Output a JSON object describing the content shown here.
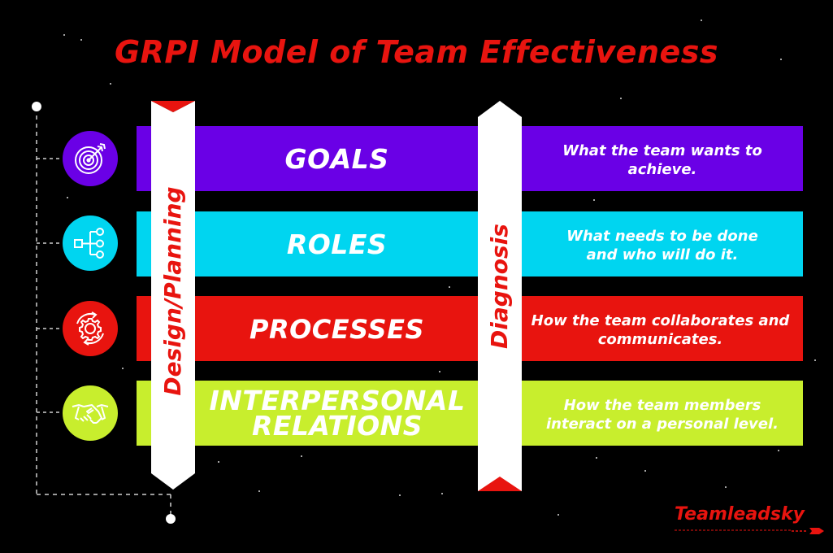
{
  "title": "GRPI Model of Team Effectiveness",
  "colors": {
    "accent_red": "#e8140f",
    "goals": "#6a00e6",
    "roles": "#00d5f0",
    "processes": "#e8140f",
    "interpersonal": "#c8ee2d",
    "background": "#000000"
  },
  "left_ribbon": {
    "label": "Design/Planning"
  },
  "right_ribbon": {
    "label": "Diagnosis"
  },
  "rows": [
    {
      "label": "GOALS",
      "description": "What the team wants to achieve.",
      "icon": "target-icon"
    },
    {
      "label": "ROLES",
      "description": "What needs to be done and who will do it.",
      "icon": "hierarchy-icon"
    },
    {
      "label": "PROCESSES",
      "description": "How the team collaborates and communicates.",
      "icon": "gear-cycle-icon"
    },
    {
      "label": "INTERPERSONAL RELATIONS",
      "description": "How the team members interact on a personal level.",
      "icon": "handshake-icon"
    }
  ],
  "logo": {
    "text": "Teamleadsky"
  }
}
